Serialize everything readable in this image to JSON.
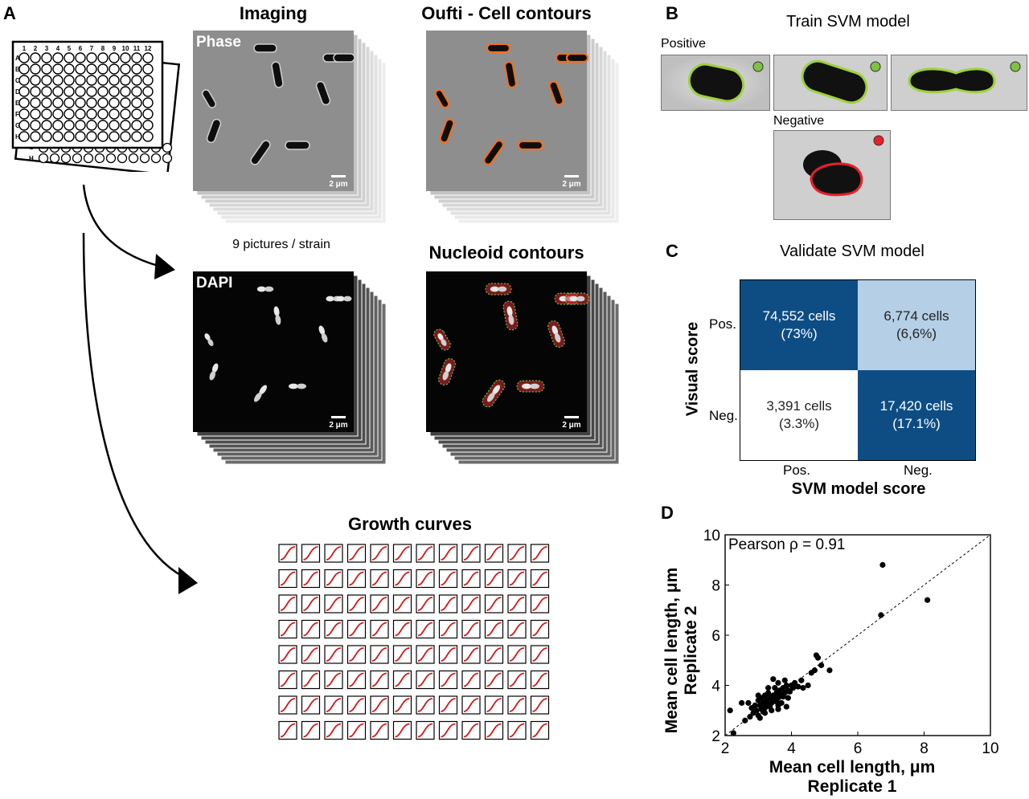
{
  "panels": {
    "a": "A",
    "b": "B",
    "c": "C",
    "d": "D"
  },
  "plate": {
    "cols": [
      "1",
      "2",
      "3",
      "4",
      "5",
      "6",
      "7",
      "8",
      "9",
      "10",
      "11",
      "12"
    ],
    "rows": [
      "A",
      "B",
      "C",
      "D",
      "E",
      "F",
      "G",
      "H"
    ],
    "back_rows": [
      "G",
      "H"
    ]
  },
  "imaging": {
    "title": "Imaging",
    "phase_label": "Phase",
    "pictures_text": "9 pictures / strain",
    "dapi_label": "DAPI"
  },
  "oufti": {
    "title": "Oufti - Cell contours"
  },
  "nucleoid": {
    "title": "Nucleoid contours"
  },
  "scale_bar": "2 μm",
  "growth": {
    "title": "Growth curves",
    "rows": 8,
    "cols": 12
  },
  "svm_train": {
    "title": "Train SVM model",
    "positive": "Positive",
    "negative": "Negative",
    "colors": {
      "positive": "#9ed23a",
      "negative": "#e8202a"
    }
  },
  "svm_validate": {
    "title": "Validate SVM model",
    "ylabel": "Visual score",
    "xlabel": "SVM model score",
    "row_labels": [
      "Pos.",
      "Neg."
    ],
    "col_labels": [
      "Pos.",
      "Neg."
    ],
    "cells": [
      {
        "count": "74,552 cells",
        "pct": "(73%)",
        "color": "#0e4d84",
        "text": "#ffffff"
      },
      {
        "count": "6,774 cells",
        "pct": "(6,6%)",
        "color": "#b5d0e6",
        "text": "#222222"
      },
      {
        "count": "3,391 cells",
        "pct": "(3.3%)",
        "color": "#ffffff",
        "text": "#222222"
      },
      {
        "count": "17,420 cells",
        "pct": "(17.1%)",
        "color": "#0e4d84",
        "text": "#ffffff"
      }
    ]
  },
  "chart_data": {
    "type": "scatter",
    "title": "",
    "annotation": "Pearson ρ = 0.91",
    "xlabel": [
      "Mean cell length, μm",
      "Replicate 1"
    ],
    "ylabel": [
      "Mean cell length, μm",
      "Replicate 2"
    ],
    "xlim": [
      2,
      10
    ],
    "ylim": [
      2,
      10
    ],
    "xticks": [
      "2",
      "4",
      "6",
      "8",
      "10"
    ],
    "yticks": [
      "2",
      "4",
      "6",
      "8",
      "10"
    ],
    "identity_line": true,
    "points": [
      [
        2.25,
        2.1
      ],
      [
        2.6,
        2.6
      ],
      [
        2.75,
        2.75
      ],
      [
        2.85,
        2.9
      ],
      [
        2.95,
        3.0
      ],
      [
        3.0,
        2.8
      ],
      [
        3.05,
        3.2
      ],
      [
        3.1,
        3.05
      ],
      [
        3.15,
        3.3
      ],
      [
        3.2,
        3.1
      ],
      [
        3.25,
        3.4
      ],
      [
        3.3,
        3.2
      ],
      [
        3.35,
        3.5
      ],
      [
        3.4,
        3.3
      ],
      [
        3.45,
        3.6
      ],
      [
        3.5,
        3.4
      ],
      [
        3.55,
        3.7
      ],
      [
        3.6,
        3.5
      ],
      [
        3.65,
        3.8
      ],
      [
        3.7,
        3.6
      ],
      [
        3.75,
        3.9
      ],
      [
        3.8,
        3.7
      ],
      [
        3.85,
        4.0
      ],
      [
        3.9,
        3.8
      ],
      [
        4.0,
        4.0
      ],
      [
        4.05,
        3.9
      ],
      [
        3.1,
        3.5
      ],
      [
        3.3,
        3.7
      ],
      [
        3.5,
        3.9
      ],
      [
        3.2,
        2.9
      ],
      [
        3.4,
        3.0
      ],
      [
        3.6,
        3.2
      ],
      [
        3.0,
        3.4
      ],
      [
        3.7,
        3.3
      ],
      [
        3.9,
        3.5
      ],
      [
        2.9,
        3.2
      ],
      [
        3.25,
        3.25
      ],
      [
        3.45,
        3.45
      ],
      [
        3.65,
        3.65
      ],
      [
        3.35,
        3.15
      ],
      [
        3.55,
        3.35
      ],
      [
        3.15,
        2.95
      ],
      [
        3.75,
        3.55
      ],
      [
        3.95,
        3.75
      ],
      [
        2.8,
        3.1
      ],
      [
        3.05,
        2.7
      ],
      [
        3.6,
        4.1
      ],
      [
        3.8,
        4.2
      ],
      [
        4.1,
        4.1
      ],
      [
        4.2,
        3.95
      ],
      [
        3.3,
        3.9
      ],
      [
        3.0,
        3.6
      ],
      [
        2.7,
        3.3
      ],
      [
        2.5,
        3.3
      ],
      [
        3.45,
        4.25
      ],
      [
        4.3,
        4.2
      ],
      [
        4.6,
        4.5
      ],
      [
        4.7,
        4.6
      ],
      [
        4.75,
        5.2
      ],
      [
        4.8,
        5.1
      ],
      [
        5.15,
        4.6
      ],
      [
        4.35,
        3.9
      ],
      [
        4.5,
        4.0
      ],
      [
        4.9,
        4.8
      ],
      [
        6.7,
        6.8
      ],
      [
        6.75,
        8.8
      ],
      [
        8.1,
        7.4
      ],
      [
        2.15,
        3.0
      ],
      [
        3.85,
        3.15
      ],
      [
        3.6,
        3.05
      ],
      [
        3.2,
        3.6
      ],
      [
        3.4,
        3.55
      ]
    ]
  }
}
